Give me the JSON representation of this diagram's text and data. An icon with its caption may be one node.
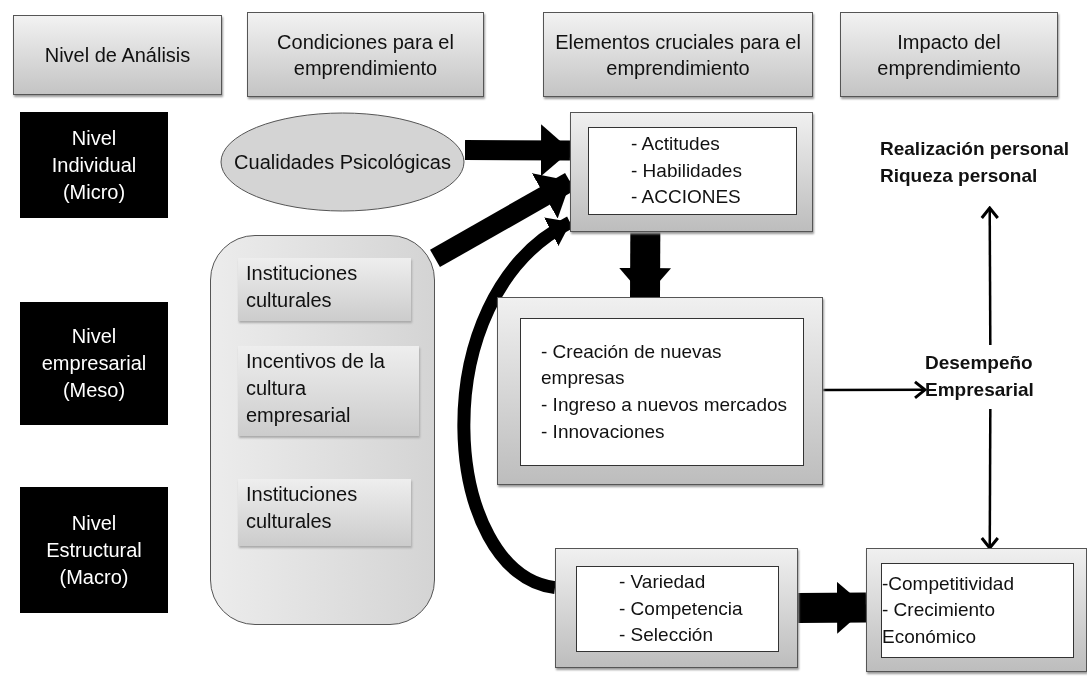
{
  "diagram": {
    "nodes": [
      {
        "text": [
          "Nivel de Análisis"
        ]
      },
      {
        "text": [
          "Condiciones para el emprendimiento"
        ]
      },
      {
        "text": [
          "Elementos cruciales para el emprendimiento"
        ]
      },
      {
        "text": [
          "Impacto del emprendimiento"
        ]
      },
      {
        "text": [
          "Nivel Individual (Micro)"
        ]
      },
      {
        "text": [
          "Nivel empresarial (Meso)"
        ]
      },
      {
        "text": [
          "Nivel Estructural (Macro)"
        ]
      },
      {
        "text": [
          "Cualidades Psicológicas"
        ]
      },
      {
        "text": [],
        "shape": "box"
      },
      {
        "text": [
          "Instituciones culturales"
        ],
        "in": 8
      },
      {
        "text": [
          "Incentivos de la cultura empresarial"
        ],
        "in": 8
      },
      {
        "text": [
          "Instituciones culturales"
        ],
        "in": 8
      },
      {
        "text": [
          "- Actitudes",
          "- Habilidades",
          "- ACCIONES"
        ]
      },
      {
        "text": [
          "- Creación de nuevas empresas",
          "- Ingreso a nuevos mercados",
          "- Innovaciones"
        ]
      },
      {
        "text": [
          "Realización personal",
          "Riqueza personal"
        ]
      },
      {
        "text": [
          "Desempeño Empresarial"
        ]
      },
      {
        "text": [
          "- Variedad",
          "- Competencia",
          "- Selección"
        ]
      },
      {
        "text": [
          "-Competitividad",
          "- Crecimiento Económico"
        ]
      }
    ],
    "edges": [
      {
        "from": 7,
        "to": 12,
        "arrow": "to"
      },
      {
        "from": 8,
        "to": 12,
        "arrow": "to"
      },
      {
        "from": 16,
        "to": 12,
        "arrow": "to"
      },
      {
        "from": 12,
        "to": 13,
        "arrow": "to",
        "style": "thick"
      },
      {
        "from": 13,
        "to": 15,
        "arrow": "to"
      },
      {
        "from": 15,
        "to": 14,
        "arrow": "to"
      },
      {
        "from": 15,
        "to": 17,
        "arrow": "to"
      },
      {
        "from": 16,
        "to": 17,
        "arrow": "to",
        "style": "thick"
      }
    ]
  }
}
